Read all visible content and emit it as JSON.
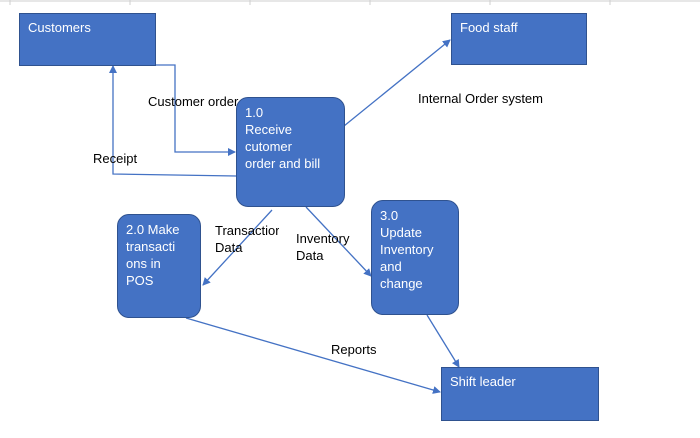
{
  "entities": {
    "customers": "Customers",
    "food_staff": "Food staff",
    "shift_leader": "Shift leader"
  },
  "processes": {
    "receive_order": "1.0\nReceive\ncutomer\norder and bill",
    "make_transactions": "2.0 Make\ntransacti\nons in\nPOS",
    "update_inventory": "3.0\nUpdate\nInventory\nand\nchange"
  },
  "flows": {
    "customer_order": "Customer order",
    "receipt": "Receipt",
    "internal_order": "Internal Order system",
    "transaction_data": "Transactior\nData",
    "inventory_data": "Inventory\nData",
    "reports": "Reports"
  },
  "colors": {
    "shape_fill": "#4472c4",
    "shape_border": "#2f528f",
    "arrow": "#4472c4"
  }
}
